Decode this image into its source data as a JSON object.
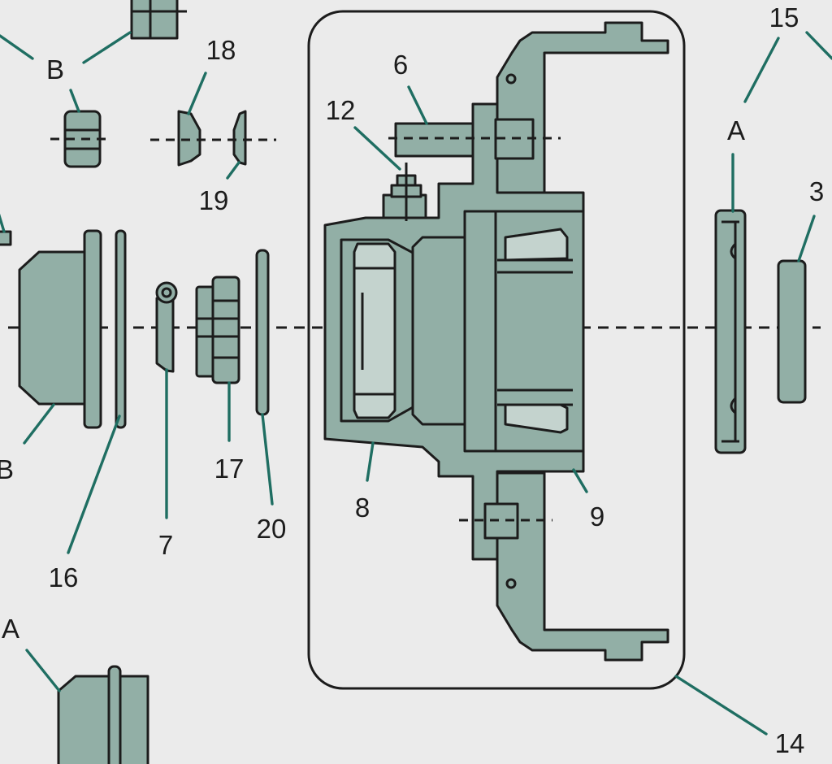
{
  "labels": {
    "l3": "3",
    "l6": "6",
    "l7": "7",
    "l8": "8",
    "l9": "9",
    "l12": "12",
    "l14": "14",
    "l15": "15",
    "l16": "16",
    "l17": "17",
    "l18": "18",
    "l19": "19",
    "l20": "20",
    "a_right": "A",
    "a_bottom": "A",
    "b_top": "B",
    "b_left": "B"
  },
  "colors": {
    "part_fill": "#92afa6",
    "bearing_fill": "#c4d3ce",
    "leader": "#1f6e62",
    "outline": "#1c1c1c",
    "background": "#ebebeb"
  }
}
